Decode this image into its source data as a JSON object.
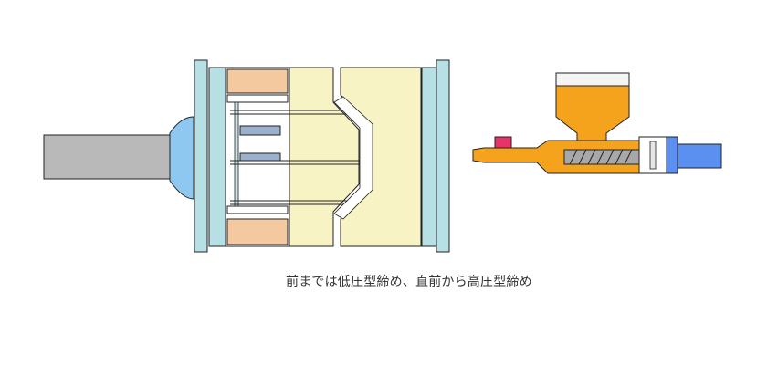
{
  "caption": "前までは低圧型締め、直前から高圧型締め",
  "colors": {
    "background": "#ffffff",
    "outline": "#222222",
    "ram": "#b9b9b9",
    "ram_head": "#8ec8f0",
    "platen": "#b6e0e4",
    "mold": "#f7f3c4",
    "ejector_block": "#f4c9a0",
    "ejector_pin": "#9ab0cc",
    "hopper": "#f5a31d",
    "hopper_top": "#f4f4f4",
    "nozzle": "#e8336a",
    "screw": "#a8a8a8",
    "cylinder_end": "#5b8ff0"
  },
  "icons": {
    "clamp_unit": "mold-clamping-unit",
    "injection_unit": "injection-unit"
  }
}
